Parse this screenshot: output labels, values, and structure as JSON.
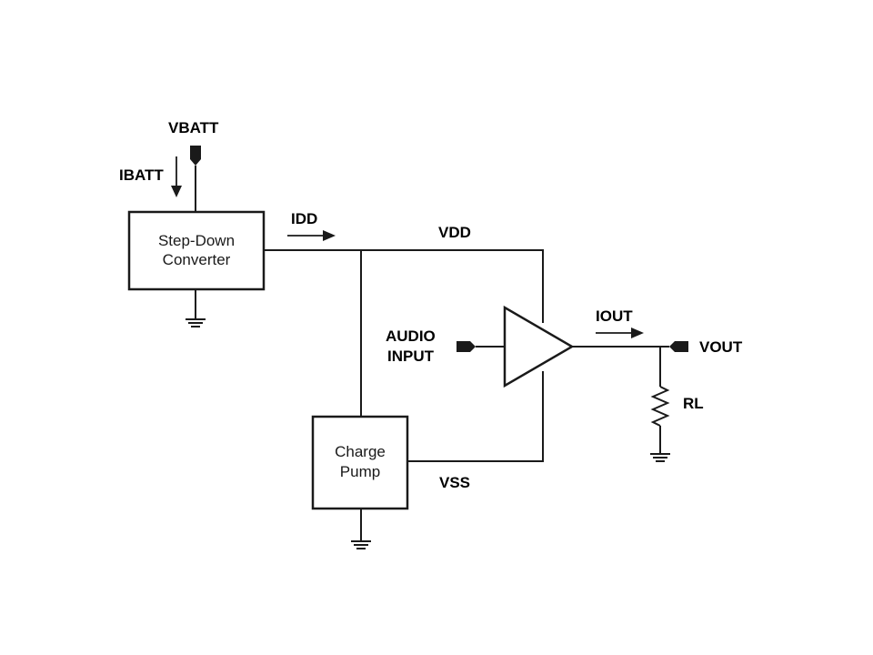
{
  "labels": {
    "vbatt": "VBATT",
    "ibatt": "IBATT",
    "idd": "IDD",
    "vdd": "VDD",
    "audio_input_line1": "AUDIO",
    "audio_input_line2": "INPUT",
    "iout": "IOUT",
    "vout": "VOUT",
    "rl": "RL",
    "vss": "VSS"
  },
  "blocks": {
    "step_down_line1": "Step-Down",
    "step_down_line2": "Converter",
    "charge_pump_line1": "Charge",
    "charge_pump_line2": "Pump"
  },
  "colors": {
    "line": "#1a1a1a",
    "background": "#ffffff"
  }
}
